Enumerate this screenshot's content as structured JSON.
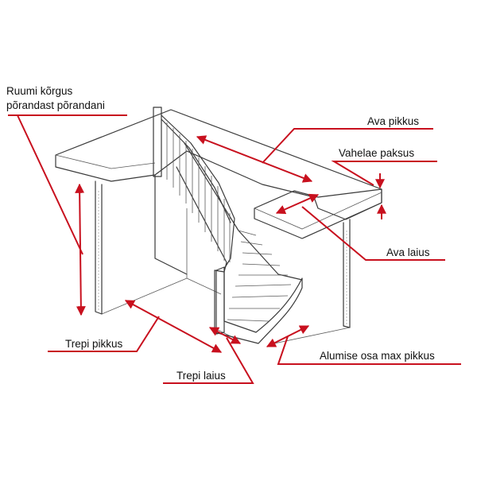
{
  "accent_color": "#c8101e",
  "labels": {
    "room_height_line1": "Ruumi kõrgus",
    "room_height_line2": "põrandast põrandani",
    "opening_length": "Ava pikkus",
    "ceiling_thickness": "Vahelae paksus",
    "opening_width": "Ava laius",
    "stair_length": "Trepi pikkus",
    "stair_width": "Trepi laius",
    "lower_max_length": "Alumise osa max pikkus"
  }
}
